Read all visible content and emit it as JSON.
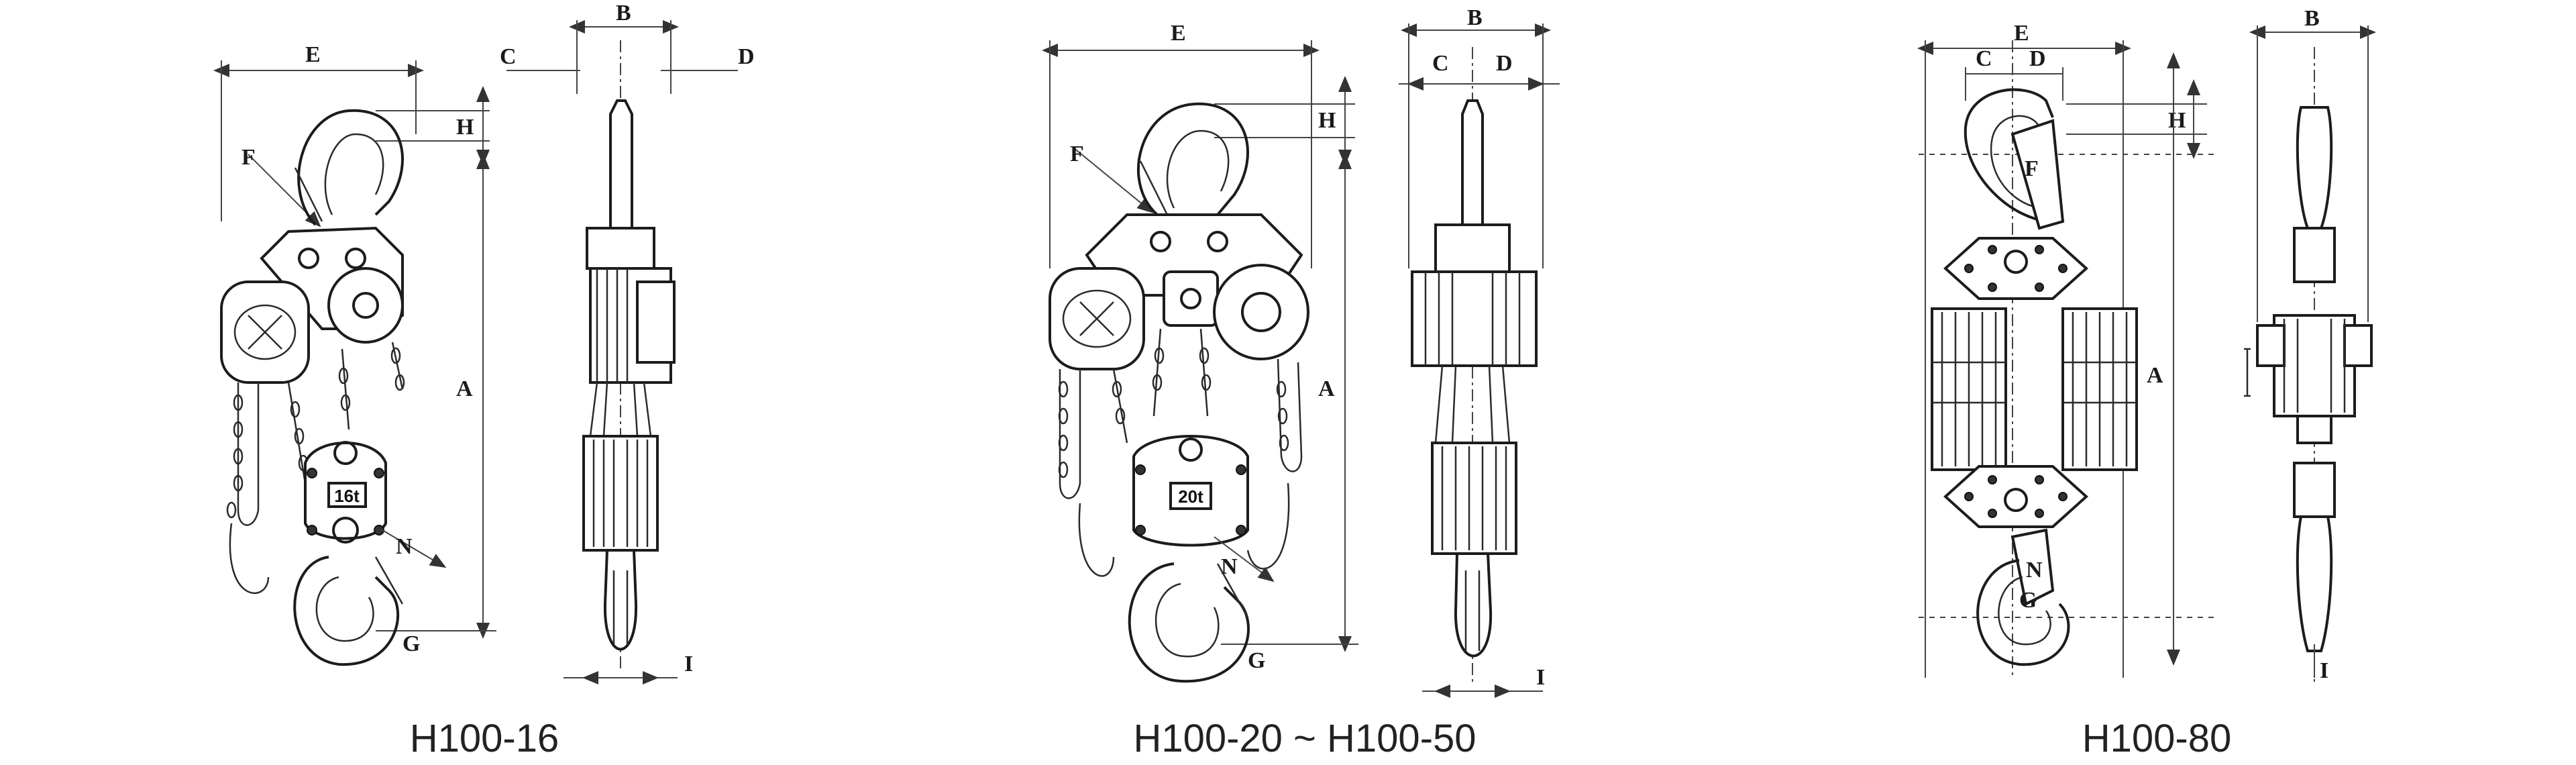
{
  "figures": [
    {
      "caption": "H100-16",
      "rating_plate": "16t",
      "labels": {
        "E": "E",
        "C": "C",
        "B": "B",
        "D": "D",
        "H": "H",
        "F": "F",
        "A": "A",
        "N": "N",
        "G": "G",
        "I": "I"
      }
    },
    {
      "caption": "H100-20 ~ H100-50",
      "rating_plate": "20t",
      "labels": {
        "E": "E",
        "B": "B",
        "C": "C",
        "D": "D",
        "H": "H",
        "F": "F",
        "A": "A",
        "N": "N",
        "G": "G",
        "I": "I"
      }
    },
    {
      "caption": "H100-80",
      "labels": {
        "C": "C",
        "E": "E",
        "D": "D",
        "B": "B",
        "H": "H",
        "F": "F",
        "A": "A",
        "N": "N",
        "G": "G",
        "I": "I"
      }
    }
  ],
  "colors": {
    "ink": "#1c1c1c",
    "background": "#ffffff"
  }
}
